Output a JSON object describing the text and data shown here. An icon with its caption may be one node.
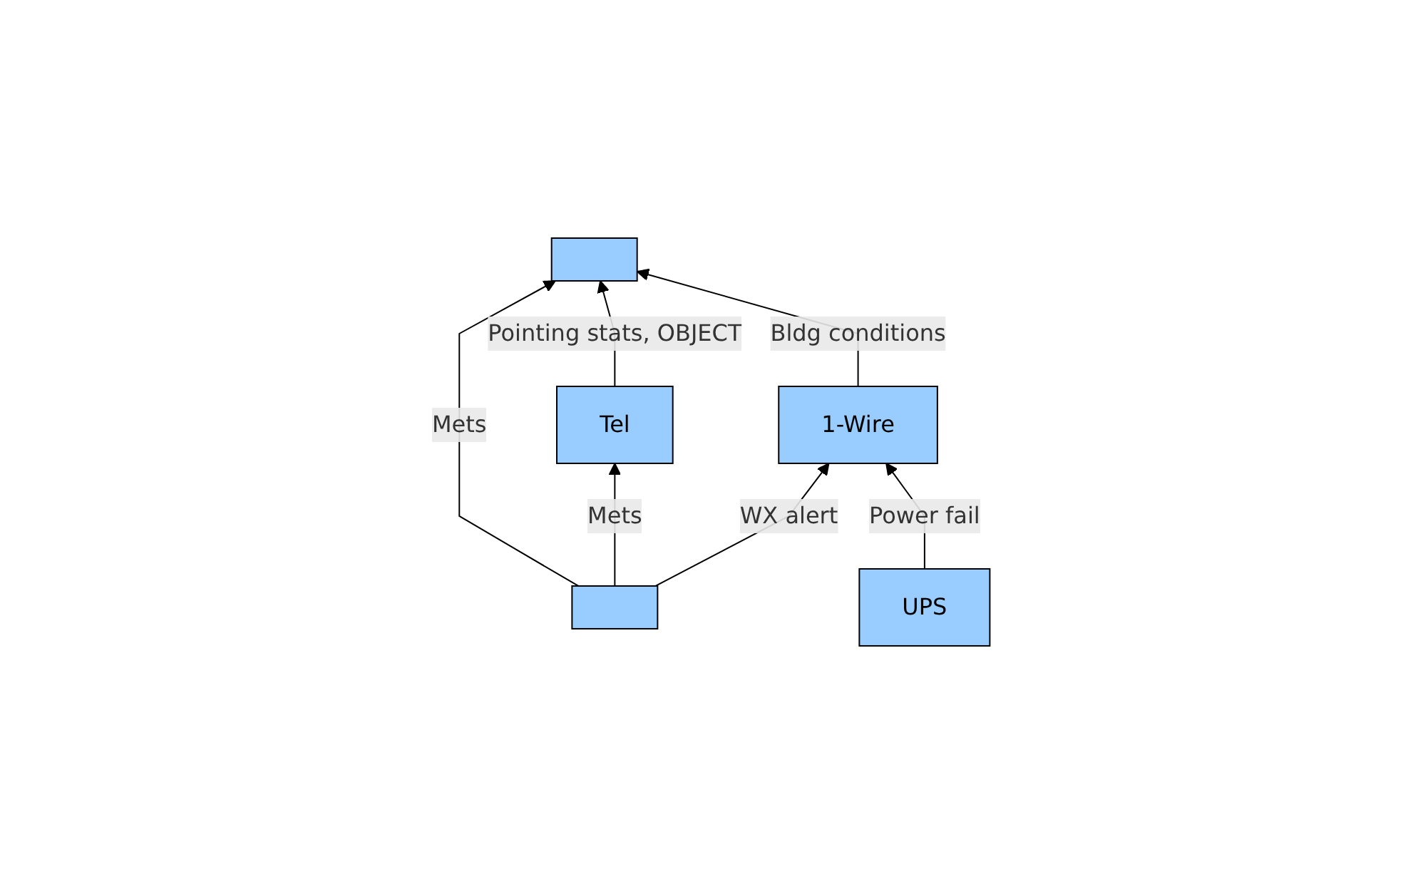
{
  "diagram": {
    "nodes": [
      {
        "text": [],
        "shape": "box"
      },
      {
        "text": [
          "Tel"
        ]
      },
      {
        "text": [
          "1-Wire"
        ]
      },
      {
        "text": [],
        "shape": "box"
      },
      {
        "text": [
          "UPS"
        ]
      }
    ],
    "edges": [
      {
        "from": 1,
        "to": 0,
        "arrow": "to",
        "label": "Pointing stats, OBJECT"
      },
      {
        "from": 2,
        "to": 0,
        "arrow": "to",
        "label": "Bldg conditions"
      },
      {
        "from": 3,
        "to": 0,
        "arrow": "to",
        "label": "Mets"
      },
      {
        "from": 3,
        "to": 1,
        "arrow": "to",
        "label": "Mets"
      },
      {
        "from": 3,
        "to": 2,
        "arrow": "to",
        "label": "WX alert"
      },
      {
        "from": 4,
        "to": 2,
        "arrow": "to",
        "label": "Power fail"
      }
    ]
  }
}
